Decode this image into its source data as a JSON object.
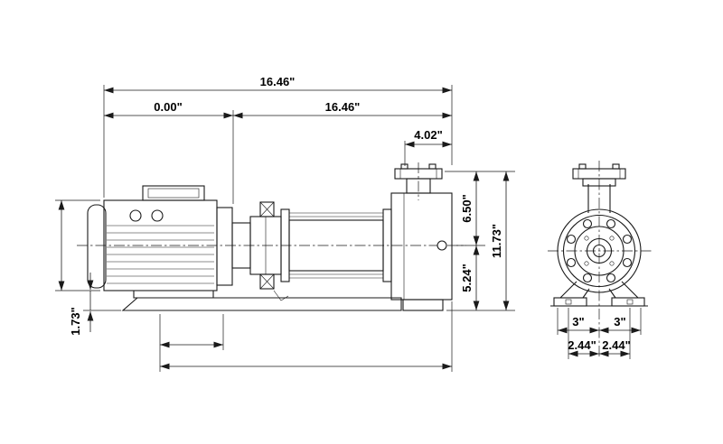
{
  "dimensions": {
    "side": {
      "overall_length": "16.46\"",
      "segment_left": "0.00\"",
      "segment_right": "16.46\"",
      "port_offset": "4.02\"",
      "port_height": "6.50\"",
      "overall_height": "11.73\"",
      "centerline_height": "5.24\"",
      "base_height": "1.73\""
    },
    "end": {
      "foot_left": "3\"",
      "foot_right": "3\"",
      "slot_left": "2.44\"",
      "slot_right": "2.44\""
    }
  }
}
